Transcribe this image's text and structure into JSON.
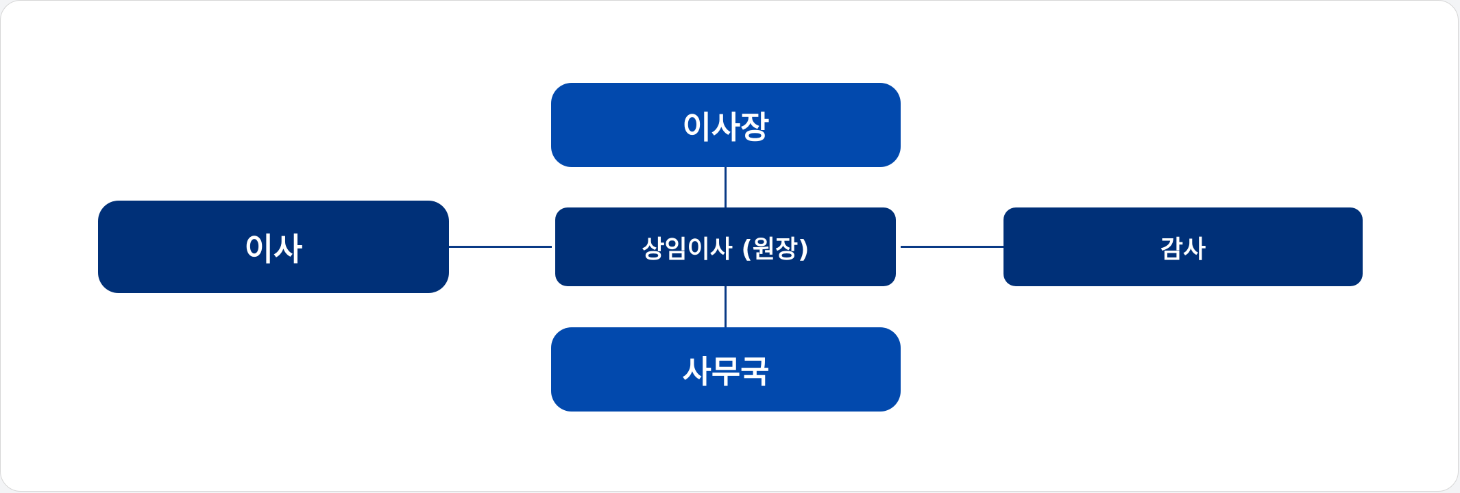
{
  "diagram": {
    "nodes": {
      "board": "이사장",
      "director": "이사",
      "standing_director": "상임이사 (원장)",
      "auditor": "감사",
      "secretariat": "사무국"
    },
    "colors": {
      "primary_blue": "#0249ad",
      "dark_navy": "#003078",
      "connector": "#0a3a86",
      "background": "#ffffff"
    }
  }
}
